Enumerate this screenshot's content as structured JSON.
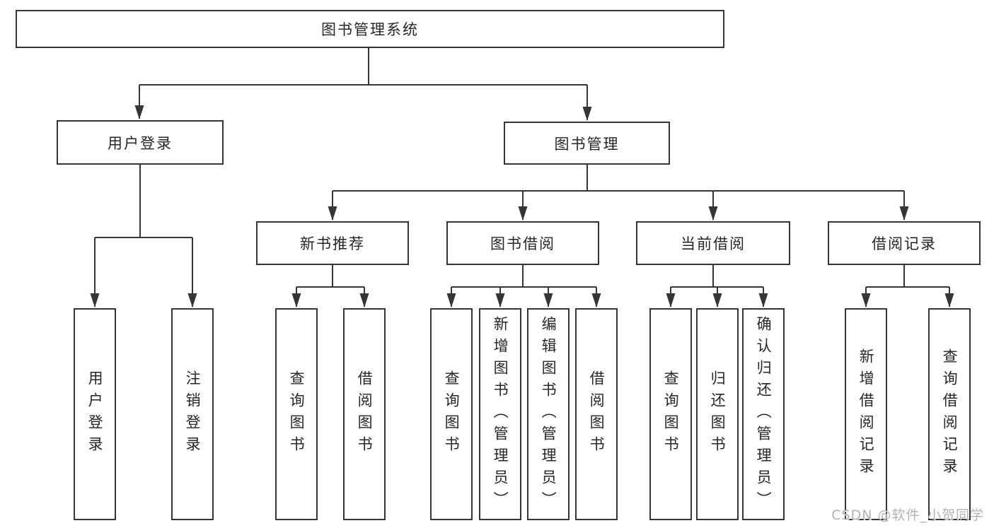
{
  "diagram": {
    "root": {
      "label": "图书管理系统"
    },
    "level2": {
      "user_login": {
        "label": "用户登录"
      },
      "book_mgmt": {
        "label": "图书管理"
      }
    },
    "level3": {
      "new_book": {
        "label": "新书推荐"
      },
      "book_borrow": {
        "label": "图书借阅"
      },
      "current_borrow": {
        "label": "当前借阅"
      },
      "borrow_record": {
        "label": "借阅记录"
      }
    },
    "leaves": {
      "user_login": {
        "label": "用户登录"
      },
      "logout": {
        "label": "注销登录"
      },
      "nb_query": {
        "label": "查询图书"
      },
      "nb_borrow": {
        "label": "借阅图书"
      },
      "bb_query": {
        "label": "查询图书"
      },
      "bb_add": {
        "label": "新增图书（管理员）"
      },
      "bb_edit": {
        "label": "编辑图书（管理员）"
      },
      "bb_borrow": {
        "label": "借阅图书"
      },
      "cb_query": {
        "label": "查询图书"
      },
      "cb_return": {
        "label": "归还图书"
      },
      "cb_confirm": {
        "label": "确认归还（管理员）"
      },
      "br_add": {
        "label": "新增借阅记录"
      },
      "br_query": {
        "label": "查询借阅记录"
      }
    },
    "colors": {
      "line": "#353535",
      "box_border": "#353535",
      "text": "#262626",
      "background": "#ffffff",
      "watermark": "#b3b3b3"
    }
  },
  "watermark": {
    "text": "CSDN @软件_小贺同学"
  }
}
